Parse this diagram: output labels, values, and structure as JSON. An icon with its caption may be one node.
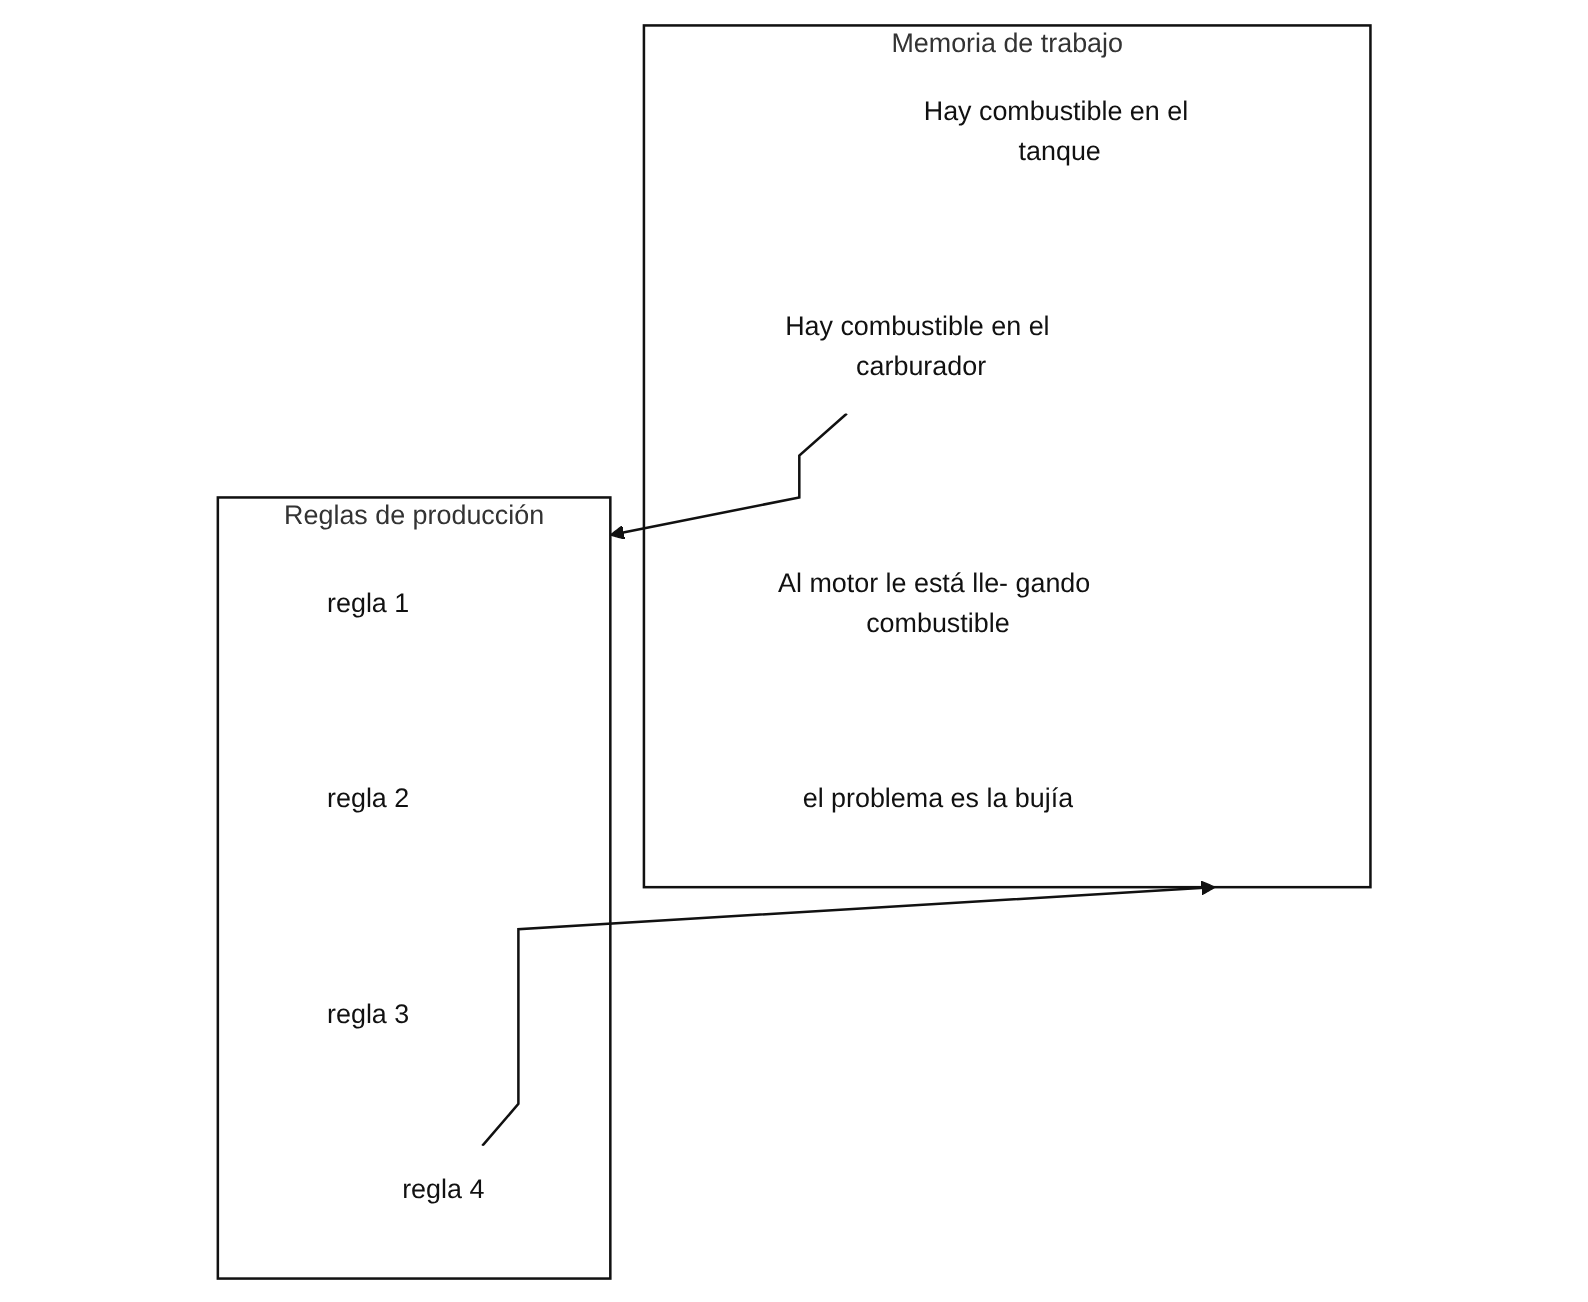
{
  "diagram": {
    "nodes": [
      {
        "text": [
          "Memoria de trabajo"
        ]
      },
      {
        "text": [
          "Hay combustible en el tanque"
        ],
        "in": 0
      },
      {
        "text": [
          "Hay combustible en el carburador"
        ],
        "in": 0
      },
      {
        "text": [
          "Al motor le está lle- gando combustible"
        ],
        "in": 0
      },
      {
        "text": [
          "el problema es la bujía"
        ],
        "in": 0
      },
      {
        "text": [
          "Reglas de producción"
        ]
      },
      {
        "text": [
          "regla 1"
        ],
        "in": 5
      },
      {
        "text": [
          "regla 2"
        ],
        "in": 5
      },
      {
        "text": [
          "regla 3"
        ],
        "in": 5
      },
      {
        "text": [
          "regla 4"
        ],
        "in": 5
      }
    ],
    "edges": [
      {
        "from": 2,
        "to": 5,
        "arrow": "to"
      },
      {
        "from": 9,
        "to": 0,
        "arrow": "to"
      }
    ]
  }
}
